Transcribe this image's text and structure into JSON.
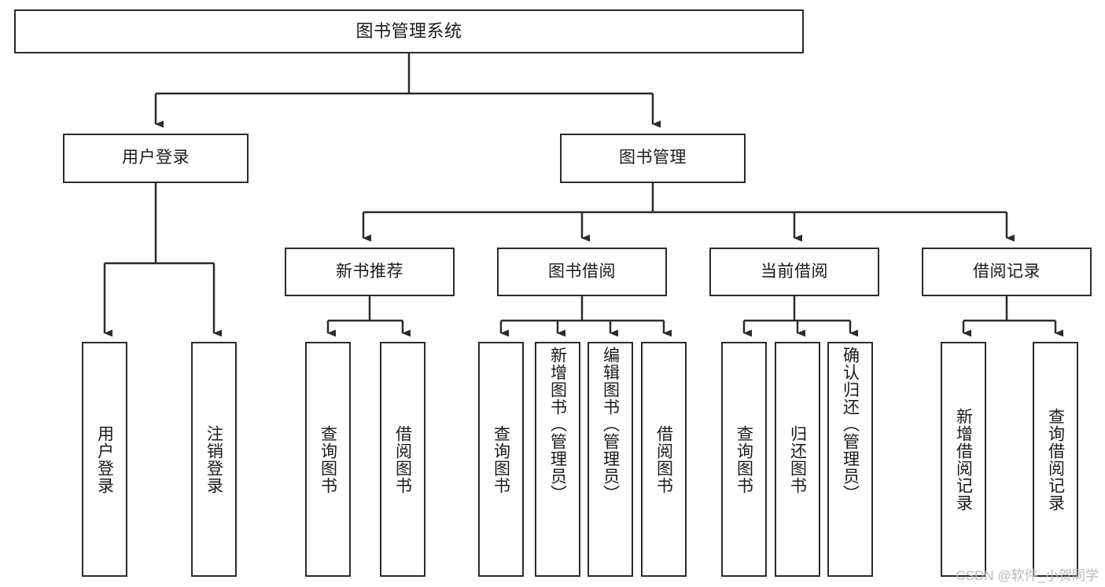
{
  "diagram": {
    "type": "tree",
    "title": "图书管理系统",
    "orientation": "top-down",
    "colors": {
      "background": "#ffffff",
      "box_border": "#2b2b2b",
      "box_fill": "#ffffff",
      "connector": "#2b2b2b",
      "text": "#1a1a1a",
      "watermark": "#b9b9b9"
    }
  },
  "nodes": {
    "root": {
      "label": "图书管理系统"
    },
    "level1": [
      {
        "label": "用户登录"
      },
      {
        "label": "图书管理"
      }
    ],
    "level2": [
      {
        "label": "新书推荐"
      },
      {
        "label": "图书借阅"
      },
      {
        "label": "当前借阅"
      },
      {
        "label": "借阅记录"
      }
    ],
    "leaves": {
      "user_login": [
        {
          "label": "用户登录"
        },
        {
          "label": "注销登录"
        }
      ],
      "new_book": [
        {
          "label": "查询图书"
        },
        {
          "label": "借阅图书"
        }
      ],
      "borrow": [
        {
          "label": "查询图书"
        },
        {
          "label": "新增图书（管理员）"
        },
        {
          "label": "编辑图书（管理员）"
        },
        {
          "label": "借阅图书"
        }
      ],
      "current": [
        {
          "label": "查询图书"
        },
        {
          "label": "归还图书"
        },
        {
          "label": "确认归还（管理员）"
        }
      ],
      "records": [
        {
          "label": "新增借阅记录"
        },
        {
          "label": "查询借阅记录"
        }
      ]
    }
  },
  "watermark": {
    "text": "CSDN @软件_小贺同学"
  }
}
